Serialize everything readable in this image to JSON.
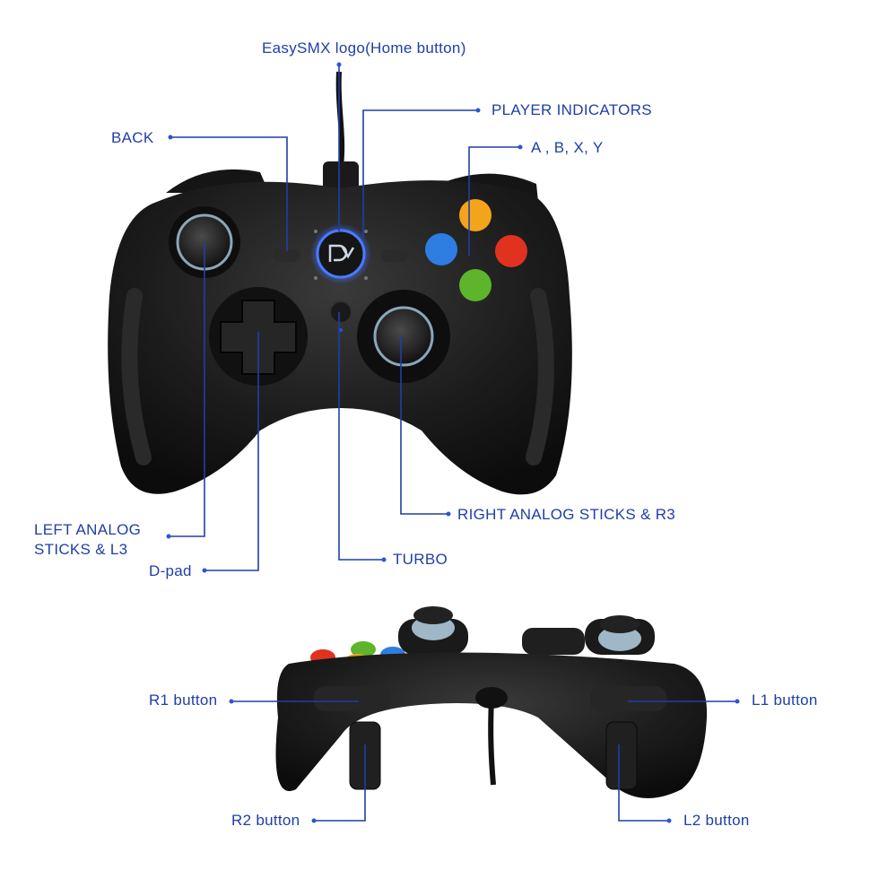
{
  "labels": {
    "logo": "EasySMX logo(Home button)",
    "player_indicators": "PLAYER INDICATORS",
    "back": "BACK",
    "abxy": "A , B,  X, Y",
    "left_stick_line1": "LEFT ANALOG",
    "left_stick_line2": "STICKS & L3",
    "dpad": "D-pad",
    "turbo": "TURBO",
    "right_stick": "RIGHT ANALOG  STICKS & R3",
    "r1": "R1 button",
    "l1": "L1 button",
    "r2": "R2 button",
    "l2": "L2 button"
  },
  "controller": {
    "face_buttons": [
      "X",
      "Y",
      "B",
      "A"
    ],
    "button_colors": {
      "x": "#2e7de0",
      "y": "#f3a41a",
      "b": "#e0321f",
      "a": "#5db52b",
      "body": "#1b1b1b",
      "accent": "#1f3fa6",
      "home_ring": "#3a6cff"
    },
    "icons": [
      "easysmx-logo-icon",
      "player-indicator-icon"
    ]
  }
}
